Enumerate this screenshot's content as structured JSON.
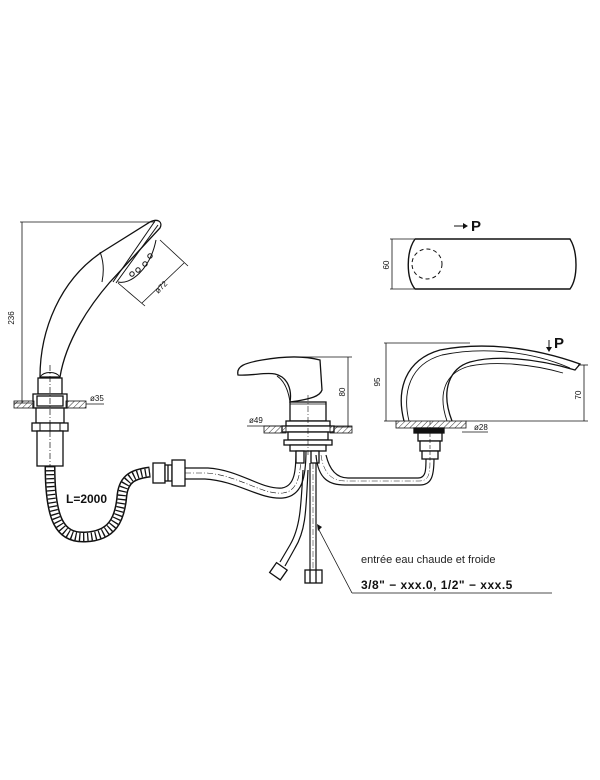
{
  "drawing": {
    "subject": "bath-mounted shower mixer technical drawing",
    "hand_shower": {
      "height_dim": "236",
      "head_diameter_dim": "ø72",
      "base_diameter_dim": "ø35"
    },
    "hose": {
      "length_label": "L=2000"
    },
    "mixer_body": {
      "height_dim": "80",
      "base_diameter_dim": "ø49"
    },
    "spout": {
      "total_height_dim": "95",
      "outlet_height_dim": "70",
      "base_diameter_dim": "ø28",
      "view_arrow_label": "P"
    },
    "plan_view": {
      "width_dim": "60",
      "view_arrow_label": "P"
    },
    "inlet_note": {
      "title": "entrée eau chaude et froide",
      "spec": "3/8\" − xxx.0,  1/2\" − xxx.5"
    }
  }
}
